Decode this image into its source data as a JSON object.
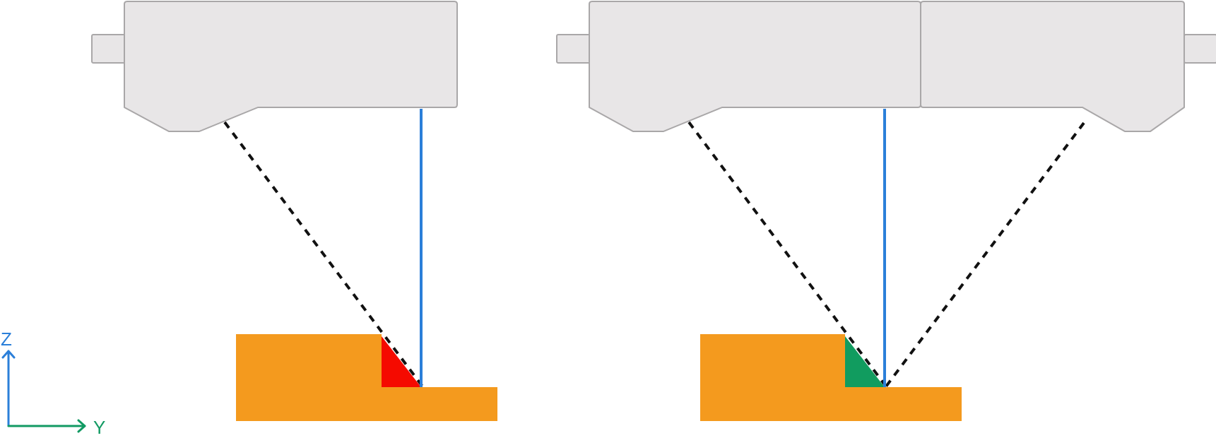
{
  "axes": {
    "z_label": "Z",
    "y_label": "Y",
    "z_color": "#2b7fd9",
    "y_color": "#129a63"
  },
  "colors": {
    "sensor_fill": "#e8e6e7",
    "part_fill": "#f49a1e",
    "laser": "#2b7fd9",
    "occluded_region": "#f50a00",
    "visible_region": "#119c5f"
  },
  "scenes": [
    {
      "id": "single-camera",
      "shadow_state": "occluded",
      "shadow_color": "#f50a00"
    },
    {
      "id": "dual-camera",
      "shadow_state": "visible",
      "shadow_color": "#119c5f"
    }
  ]
}
